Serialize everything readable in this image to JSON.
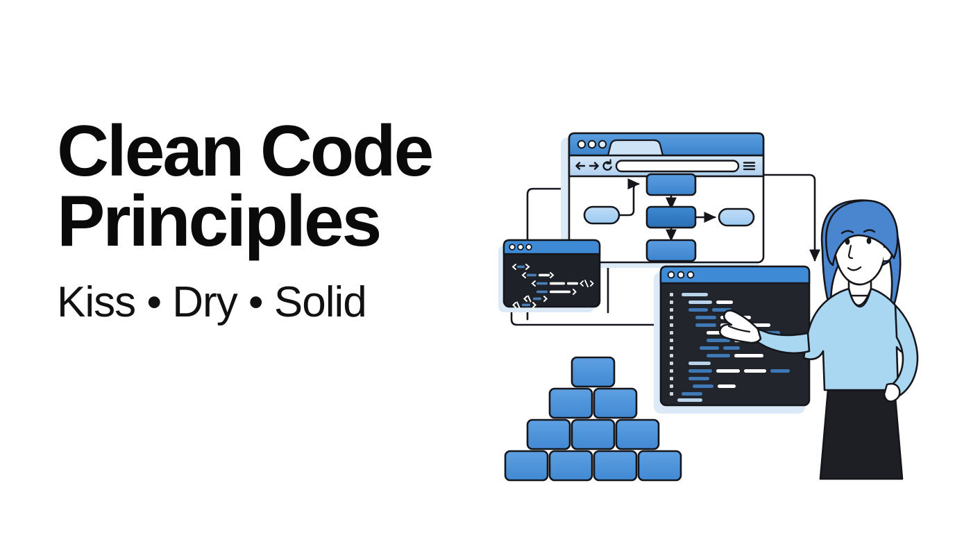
{
  "page": {
    "background_color": "#ffffff",
    "title_color": "#0a0a0a",
    "accent_blue": "#4a90d9",
    "accent_blue_dark": "#2f7bc4",
    "accent_blue_light": "#a9d2f2",
    "hair_blue": "#4a86d0",
    "shirt_blue": "#a9d6f0",
    "skirt_dark": "#1d1f25",
    "editor_dark": "#1e2127",
    "outline_dark": "#14161b"
  },
  "headline": {
    "title": "Clean Code\nPrinciples",
    "subtitle": "Kiss • Dry • Solid",
    "principles": [
      "Kiss",
      "Dry",
      "Solid"
    ],
    "separator": "•"
  },
  "illustration": {
    "name": "clean-code-illustration",
    "browser_window": {
      "name": "browser-window",
      "traffic_lights": 3,
      "tab_present": true,
      "toolbar": {
        "back_icon": "arrow-left-icon",
        "forward_icon": "arrow-right-icon",
        "reload_icon": "reload-icon",
        "url_bar_value": "",
        "menu_icon": "hamburger-menu-icon"
      },
      "flowchart": {
        "name": "flowchart-diagram",
        "nodes": [
          {
            "id": "start",
            "shape": "pill",
            "fill": "light"
          },
          {
            "id": "step-1",
            "shape": "rect",
            "fill": "medium"
          },
          {
            "id": "step-2",
            "shape": "rect",
            "fill": "dark"
          },
          {
            "id": "step-3",
            "shape": "rect",
            "fill": "medium"
          },
          {
            "id": "end",
            "shape": "pill",
            "fill": "light"
          }
        ],
        "edges": [
          {
            "from": "start",
            "to": "step-1"
          },
          {
            "from": "step-1",
            "to": "step-2"
          },
          {
            "from": "step-2",
            "to": "step-3"
          },
          {
            "from": "step-2",
            "to": "end"
          }
        ]
      }
    },
    "code_snippet_window": {
      "name": "code-snippet-window",
      "traffic_lights": 3,
      "theme": "dark",
      "tag_glyphs": [
        "<__>",
        "<__",
        "<__",
        "</>",
        "</__>",
        "</__>"
      ],
      "line_count": 6
    },
    "code_editor_window": {
      "name": "code-editor-window",
      "traffic_lights": 3,
      "theme": "dark",
      "gutter_markers": 15,
      "line_count": 15
    },
    "block_pyramid": {
      "name": "block-pyramid",
      "rows": [
        1,
        2,
        3,
        4
      ],
      "block_fill": "#4a90d9",
      "total_blocks": 10
    },
    "person": {
      "name": "person-presenter",
      "pose": "gesturing-at-code",
      "hair_color": "#4a86d0",
      "top_color": "#a9d6f0",
      "skirt_color": "#1d1f25"
    },
    "connectors": [
      {
        "name": "connector-snippet-to-browser"
      },
      {
        "name": "connector-snippet-to-editor"
      },
      {
        "name": "connector-browser-to-editor"
      }
    ]
  }
}
